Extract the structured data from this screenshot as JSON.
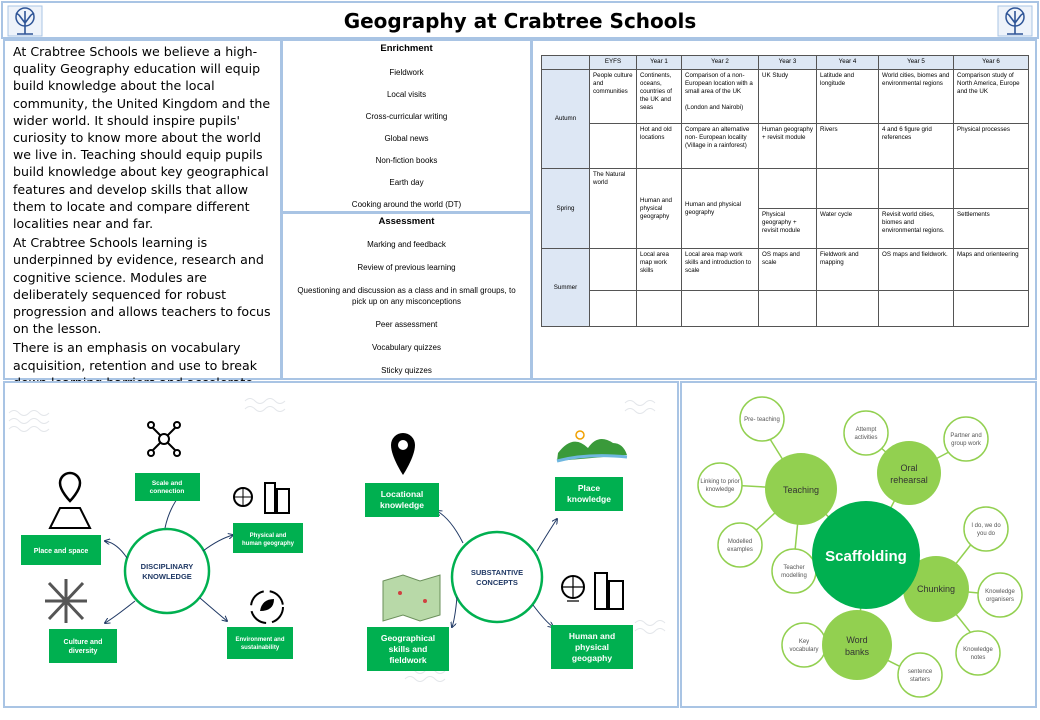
{
  "header": {
    "title": "Geography at Crabtree Schools"
  },
  "intro": {
    "paragraph_1": "At Crabtree Schools we believe a high-quality Geography education will equip build knowledge about the local community, the United Kingdom and the wider world. It should inspire pupils' curiosity to know more about the world we live in. Teaching should equip pupils build knowledge about key geographical features and develop skills that allow them to locate and compare different localities near and far.",
    "paragraph_2": "At Crabtree Schools learning is underpinned by evidence, research and cognitive science. Modules are deliberately sequenced for robust progression and allows teachers to focus on the lesson.",
    "paragraph_3": "There is an emphasis on vocabulary acquisition, retention and use to break down learning barriers and accelerate progress. A rich diet of language and vocabulary is deliberately planned for."
  },
  "enrichment": {
    "title": "Enrichment",
    "items": [
      "Fieldwork",
      "Local visits",
      "Cross-curricular writing",
      "Global news",
      "Non-fiction books",
      "Earth day",
      "Cooking around the world (DT)"
    ]
  },
  "assessment": {
    "title": "Assessment",
    "items": [
      "Marking and feedback",
      "Review of previous learning",
      "Questioning and discussion as a class and in small groups, to pick up on any misconceptions",
      "Peer assessment",
      "Vocabulary quizzes",
      "Sticky quizzes"
    ]
  },
  "curriculum": {
    "columns": [
      "",
      "EYFS",
      "Year 1",
      "Year 2",
      "Year 3",
      "Year 4",
      "Year 5",
      "Year 6"
    ],
    "terms": [
      "Autumn",
      "Spring",
      "Summer"
    ],
    "autumn_row1": [
      "People culture and communities",
      "Continents, oceans, countries of the UK and seas",
      "Comparison of a non-European location with a small area of the UK\n\n(London and Nairobi)",
      "UK Study",
      "Latitude and longitude",
      "World cities, biomes and environmental regions",
      "Comparison study of North America, Europe and the UK"
    ],
    "autumn_row2": [
      "",
      "Hot and old locations",
      "Compare an alternative non- European locality (Village in a rainforest)",
      "Human geography + revisit module",
      "Rivers",
      "4 and 6 figure grid references",
      "Physical processes"
    ],
    "spring_row1": [
      "The Natural world",
      "Human and physical geography",
      "Human and physical geography",
      "",
      "",
      "",
      ""
    ],
    "spring_row2": [
      "",
      "",
      "",
      "Physical geography + revisit module",
      "Water cycle",
      "Revisit world cities, biomes and environmental regions.",
      "Settlements"
    ],
    "summer_row1": [
      "",
      "Local area map work skills",
      "Local area map work skills and introduction to scale",
      "OS maps and scale",
      "Fieldwork and mapping",
      "OS maps and fieldwork.",
      "Maps and orienteering"
    ],
    "summer_row2": [
      "",
      "",
      "",
      "",
      "",
      "",
      ""
    ]
  },
  "disciplinary": {
    "center": [
      "DISCIPLINARY",
      "KNOWLEDGE"
    ],
    "boxes": {
      "scale": [
        "Scale and",
        "connection"
      ],
      "physical": [
        "Physical and",
        "human geography"
      ],
      "place_space": [
        "Place and space"
      ],
      "culture": [
        "Culture and",
        "diversity"
      ],
      "environment": [
        "Environment and",
        "sustainability"
      ]
    }
  },
  "substantive": {
    "center": [
      "SUBSTANTIVE",
      "CONCEPTS"
    ],
    "boxes": {
      "locational": [
        "Locational",
        "knowledge"
      ],
      "place": [
        "Place",
        "knowledge"
      ],
      "skills": [
        "Geographical",
        "skills and",
        "fieldwork"
      ],
      "human_physical": [
        "Human and",
        "physical",
        "geogaphy"
      ]
    }
  },
  "scaffolding": {
    "center": "Scaffolding",
    "teaching": "Teaching",
    "oral": [
      "Oral",
      "rehearsal"
    ],
    "chunking": "Chunking",
    "word_banks": [
      "Word",
      "banks"
    ],
    "pre_teaching": "Pre- teaching",
    "linking": [
      "Linking to prior",
      "knowledge"
    ],
    "modelled": [
      "Modelled",
      "examples"
    ],
    "teacher_modelling": [
      "Teacher",
      "modelling"
    ],
    "attempt": [
      "Attempt",
      "activities"
    ],
    "partner": [
      "Partner and",
      "group work"
    ],
    "ido": [
      "I do, we do",
      "you do"
    ],
    "organisers": [
      "Knowledge",
      "organisers"
    ],
    "notes": [
      "Knowledge",
      "notes"
    ],
    "sentence": [
      "sentence",
      "starters"
    ],
    "key_vocab": [
      "Key",
      "vocabulary"
    ]
  },
  "colors": {
    "green": "#00b050",
    "light_green": "#92d050",
    "accent_blue": "#a9c4e4",
    "navy": "#1f3864"
  }
}
